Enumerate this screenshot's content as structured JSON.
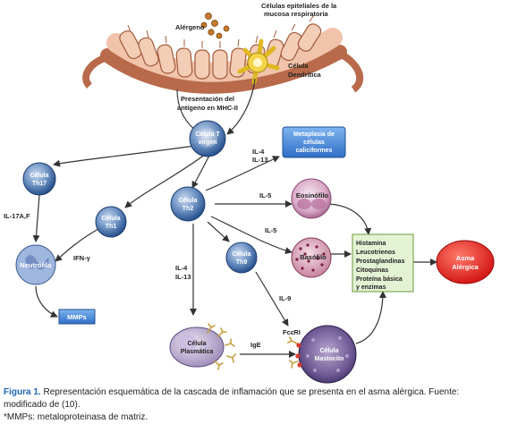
{
  "labels": {
    "epithelial": [
      "Células epiteliales de la",
      "mucosa respiratoria"
    ],
    "allergen": "Alérgeno",
    "dendritic": [
      "Célula",
      "Dendrítica"
    ],
    "presentation": [
      "Presentación del",
      "antígeno en MHC-II"
    ],
    "naive": [
      "Célula T",
      "virgen"
    ],
    "th17": [
      "Célula",
      "Th17"
    ],
    "th1": [
      "Célula",
      "Th1"
    ],
    "th2": [
      "Célula",
      "Th2"
    ],
    "th9": [
      "Célula",
      "Th9"
    ],
    "neutrophil": "Neutrófilo",
    "mmps": "MMPs",
    "metaplasia": [
      "Metaplasia de",
      "células",
      "caliciformes"
    ],
    "eosinophil": "Eosinófilo",
    "basophil": "Basófilo",
    "plasma": [
      "Célula",
      "Plasmática"
    ],
    "mast": [
      "Célula",
      "Mastocito"
    ],
    "mediators": [
      "Histamina",
      "Leucotrienos",
      "Prostaglandinas",
      "Citoquinas",
      "Proteína básica",
      "y enzimas"
    ],
    "asthma": [
      "Asma",
      "Alérgica"
    ],
    "il17": "IL-17A,F",
    "ifn": "IFN-γ",
    "il4_il13_top": [
      "IL-4",
      "IL-13"
    ],
    "il5_a": "IL-5",
    "il5_b": "IL-5",
    "il4_il13_left": [
      "IL-4",
      "IL-13"
    ],
    "il9": "IL-9",
    "ige": "IgE",
    "fceri": "FcεRI"
  },
  "caption": {
    "figure_label": "Figura 1.",
    "line1": " Representación esquemática de la cascada de inflamación que se presenta en el asma alérgica. Fuente: modificado de (10).",
    "line2": "*MMPs: metaloproteinasa de matriz."
  },
  "colors": {
    "cell_blue": "#2a5a9a",
    "box_blue": "#4a8fdc",
    "mediator_green": "#e4f2d4",
    "asthma_red": "#e02020",
    "caption_blue": "#1f66b3"
  }
}
